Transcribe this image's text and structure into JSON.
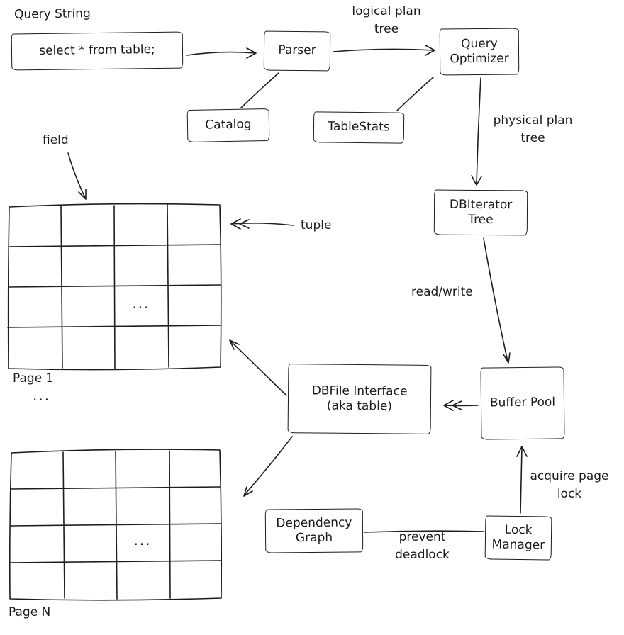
{
  "title": "Database query execution architecture diagram",
  "colors": {
    "ink": "#1d1d1d",
    "background": "#ffffff"
  },
  "labels": {
    "query_string": "Query String",
    "logical_plan_tree": "logical plan\ntree",
    "physical_plan_tree": "physical plan\ntree",
    "read_write": "read/write",
    "tuple": "tuple",
    "field": "field",
    "prevent_deadlock": "prevent\ndeadlock",
    "acquire_page_lock": "acquire page\nlock",
    "page_1": "Page 1",
    "page_n": "Page N",
    "pages_ellipsis": "...",
    "grid1_ellipsis": "...",
    "grid2_ellipsis": "..."
  },
  "boxes": {
    "query": "select * from table;",
    "parser": "Parser",
    "catalog": "Catalog",
    "table_stats": "TableStats",
    "query_optimizer": "Query\nOptimizer",
    "db_iterator_tree": "DBIterator\nTree",
    "buffer_pool": "Buffer Pool",
    "dbfile_interface": "DBFile Interface\n(aka table)",
    "dependency_graph": "Dependency\nGraph",
    "lock_manager": "Lock\nManager"
  }
}
